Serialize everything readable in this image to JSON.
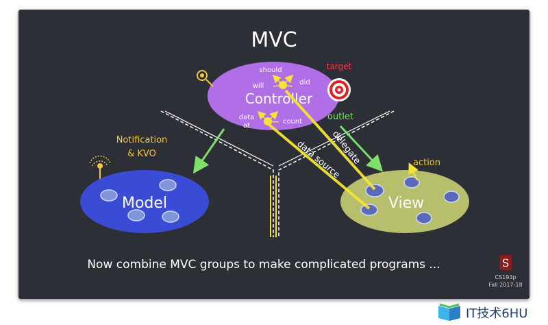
{
  "title": "MVC",
  "controller": {
    "label": "Controller",
    "top_outlets": [
      "should",
      "will",
      "did"
    ],
    "bottom_outlets": [
      "data",
      "at",
      "count"
    ]
  },
  "model": {
    "label": "Model"
  },
  "view": {
    "label": "View"
  },
  "labels": {
    "target": "target",
    "outlet": "outlet",
    "action": "action",
    "delegate": "delegate",
    "data_source": "data source",
    "notification_line1": "Notification",
    "notification_line2": "& KVO"
  },
  "caption": "Now combine MVC groups to make complicated programs ...",
  "course": {
    "line1": "CS193p",
    "line2": "Fall 2017-18"
  },
  "watermark": {
    "text": "IT技术6HU"
  },
  "colors": {
    "board": "#2c3036",
    "controller": "#b06fe6",
    "model": "#3a4bd6",
    "view": "#b7bf6c",
    "yellow": "#f5e431",
    "green": "#7ee06a",
    "red": "#ff3b3b"
  }
}
